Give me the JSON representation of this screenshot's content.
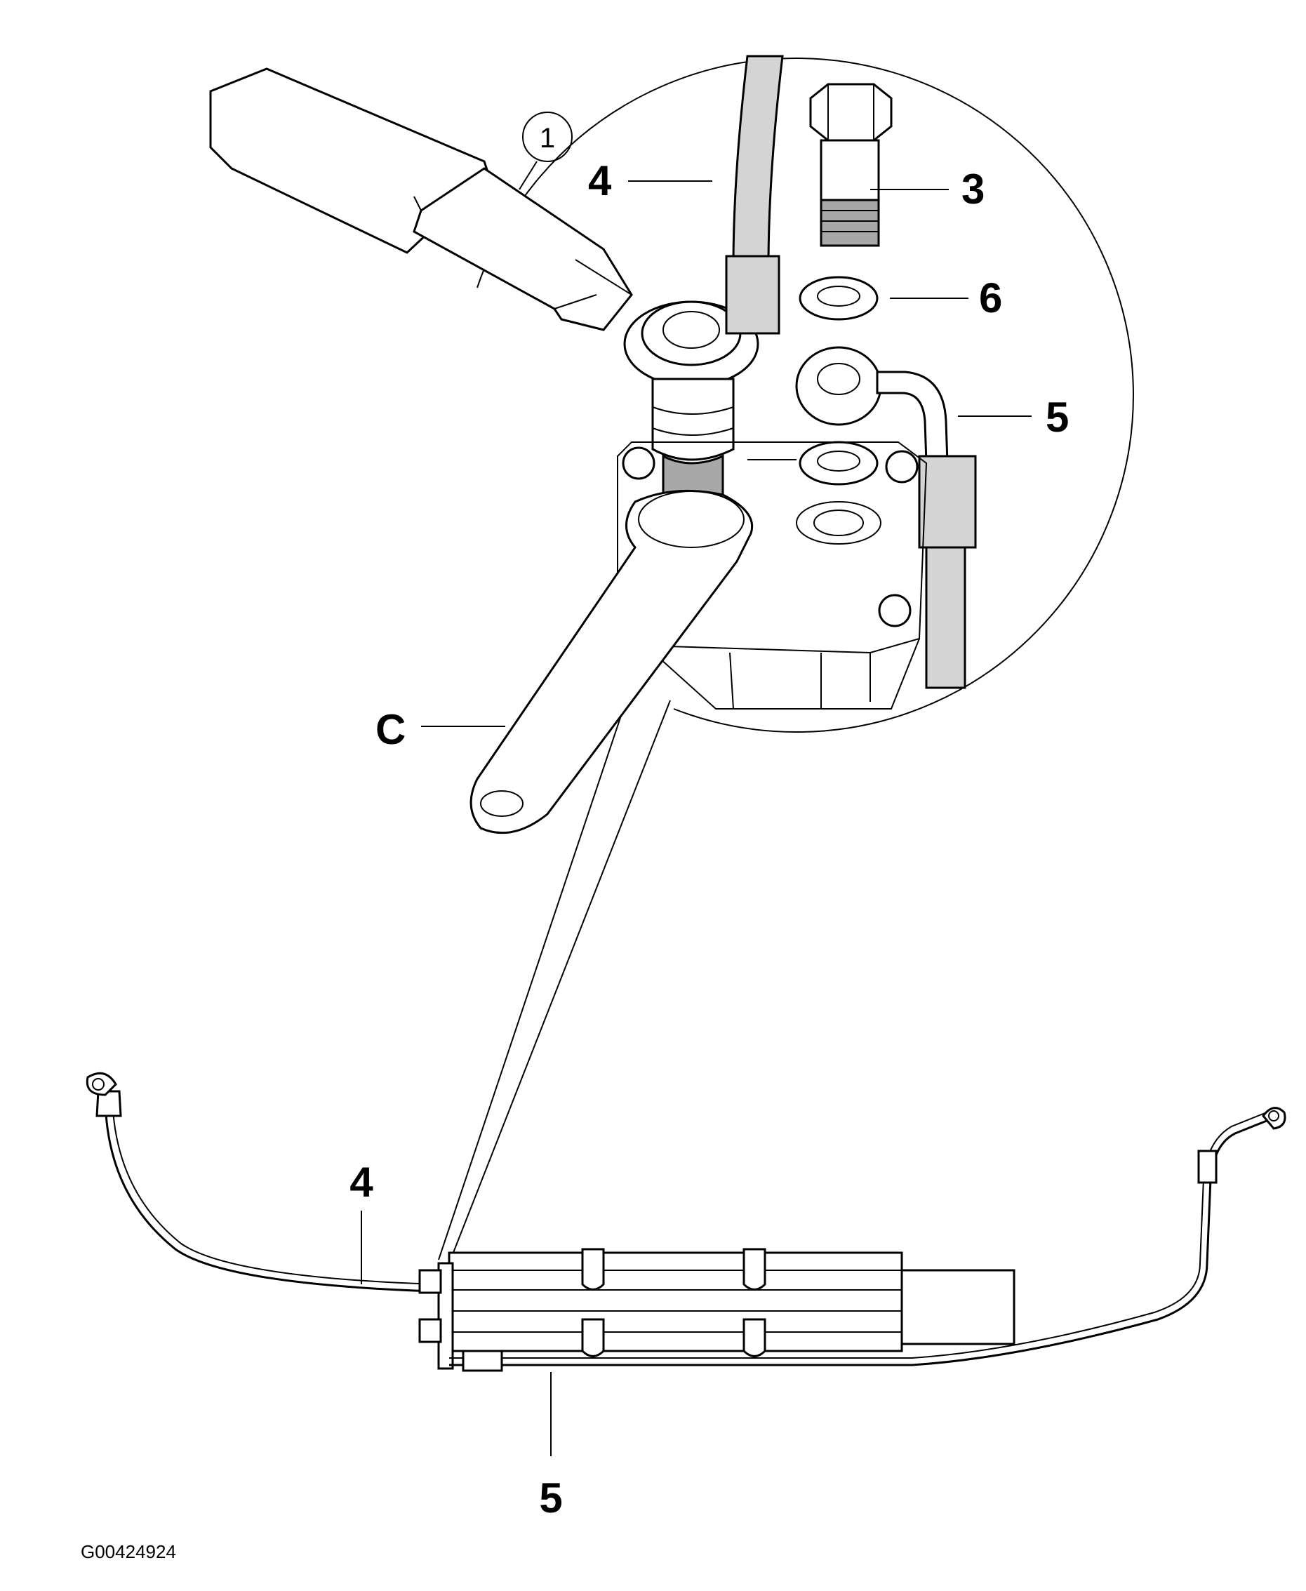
{
  "callouts": {
    "circled_1": "1",
    "label_4_top": "4",
    "label_3": "3",
    "label_6": "6",
    "label_5_top": "5",
    "label_c": "C",
    "label_4_bottom": "4",
    "label_5_bottom": "5"
  },
  "figure_id": "G00424924"
}
